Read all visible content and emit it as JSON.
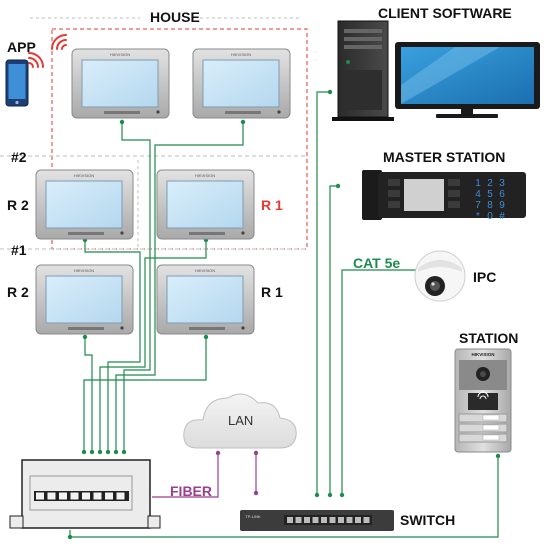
{
  "labels": {
    "house": "HOUSE",
    "app": "APP",
    "client_software": "CLIENT SOFTWARE",
    "master_station": "MASTER STATION",
    "floor2": "#2",
    "floor1": "#1",
    "r2_top": "R 2",
    "r1_top": "R 1",
    "r2_bottom": "R 2",
    "r1_bottom": "R 1",
    "cat5e": "CAT 5e",
    "ipc": "IPC",
    "station": "STATION",
    "lan": "LAN",
    "fiber": "FIBER",
    "switch": "SWITCH",
    "monitor_brand": "HIKVISION",
    "station_brand": "HIKVISION",
    "switch_brand": "TP-LINK"
  },
  "keypad": [
    "1",
    "2",
    "3",
    "4",
    "5",
    "6",
    "7",
    "8",
    "9",
    "*",
    "0",
    "#"
  ],
  "colors": {
    "green_link": "#1f8a4d",
    "purple_link": "#9b3f8f",
    "red_dashed": "#e53935",
    "grey_dashed": "#bdbdbd",
    "monitor_body": "#c9c9c9",
    "screen": "#cfe6f5",
    "dark_device": "#222222"
  }
}
